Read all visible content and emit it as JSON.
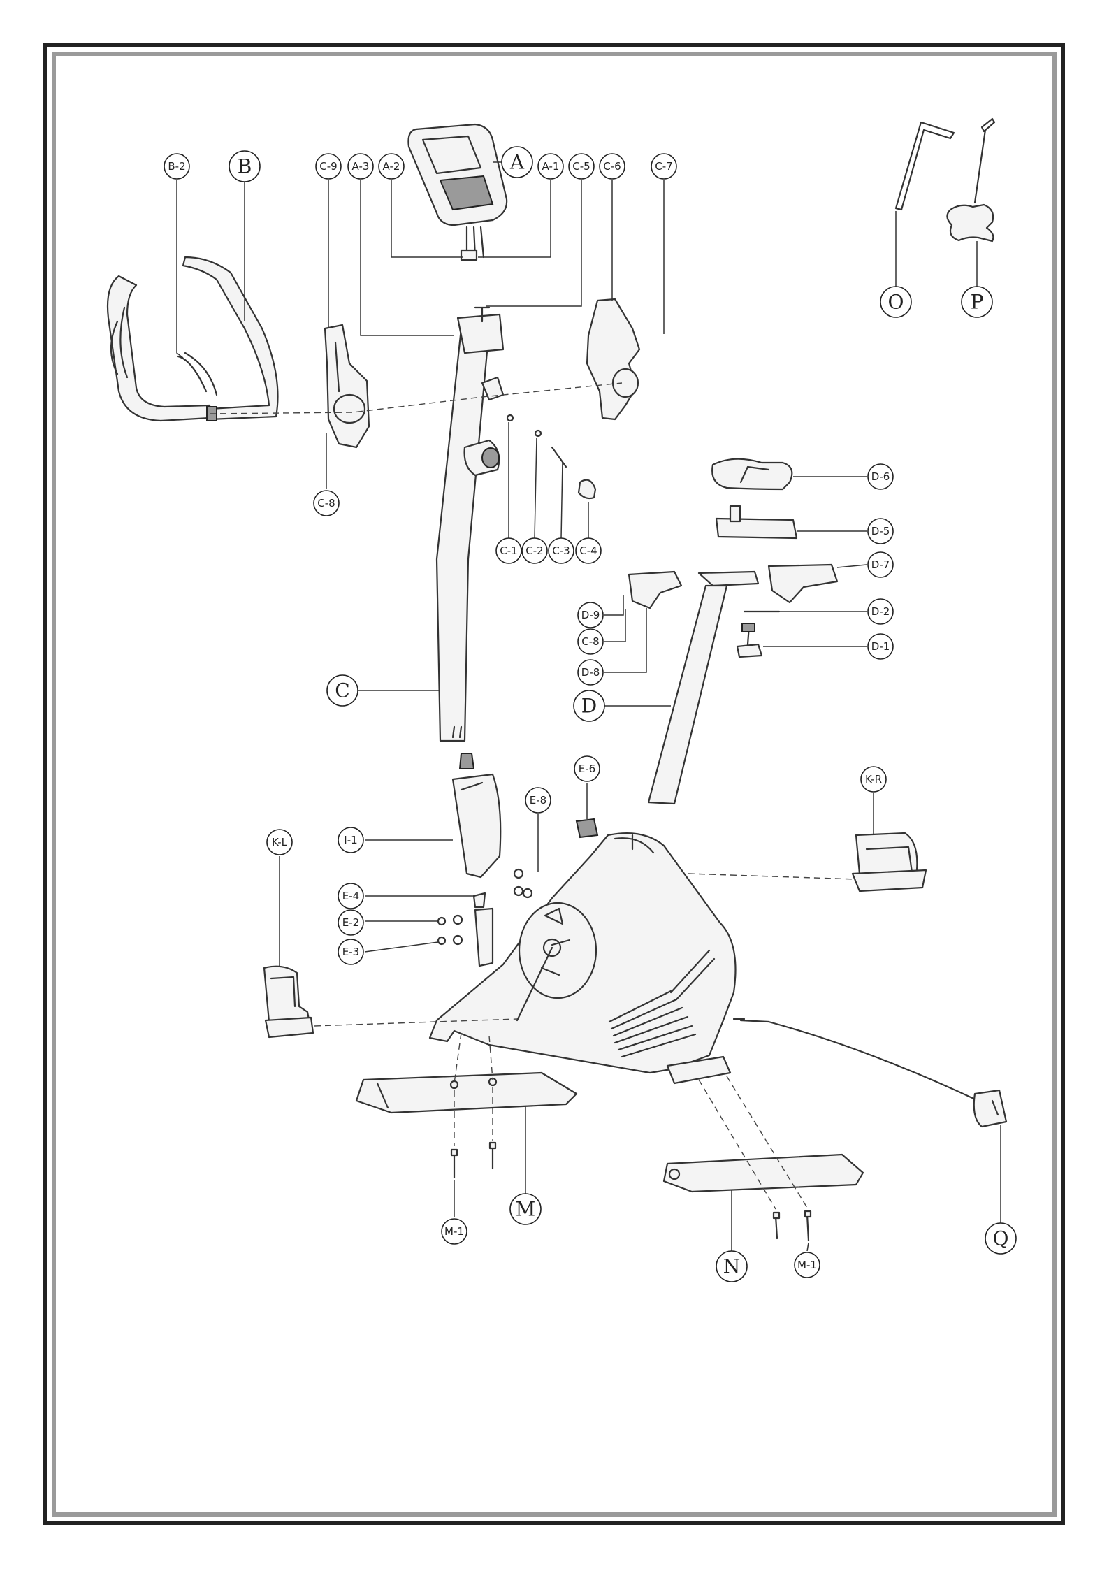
{
  "labels": {
    "A": "A",
    "A1": "A-1",
    "A2": "A-2",
    "A3": "A-3",
    "B": "B",
    "B2": "B-2",
    "C": "C",
    "C1": "C-1",
    "C2": "C-2",
    "C3": "C-3",
    "C4": "C-4",
    "C5": "C-5",
    "C6": "C-6",
    "C7": "C-7",
    "C8": "C-8",
    "C9": "C-9",
    "D": "D",
    "D1": "D-1",
    "D2": "D-2",
    "D5": "D-5",
    "D6": "D-6",
    "D7": "D-7",
    "D8": "D-8",
    "D9": "D-9",
    "DC8": "C-8",
    "E2": "E-2",
    "E3": "E-3",
    "E4": "E-4",
    "E6": "E-6",
    "E8": "E-8",
    "I1": "I-1",
    "KL": "K-L",
    "KR": "K-R",
    "M": "M",
    "M1a": "M-1",
    "N": "N",
    "M1b": "M-1",
    "O": "O",
    "P": "P",
    "Q": "Q"
  }
}
